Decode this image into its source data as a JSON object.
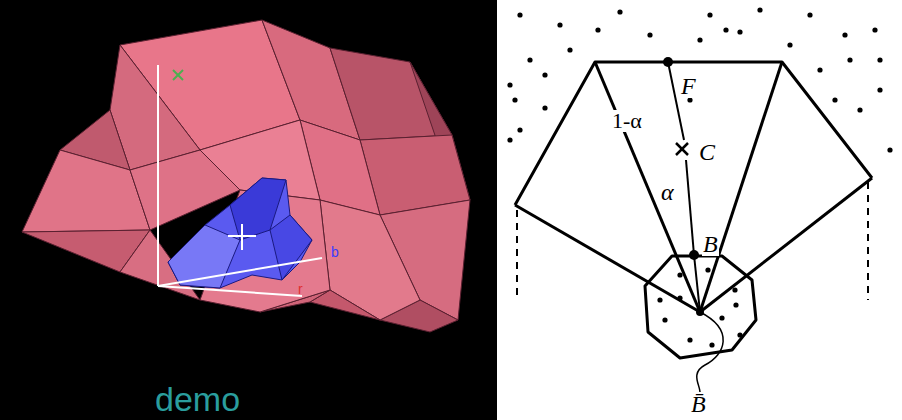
{
  "diagram": {
    "labels": [
      "b",
      "r",
      "demo",
      "F",
      "1-α",
      "C",
      "α",
      "B",
      "B̄"
    ]
  }
}
